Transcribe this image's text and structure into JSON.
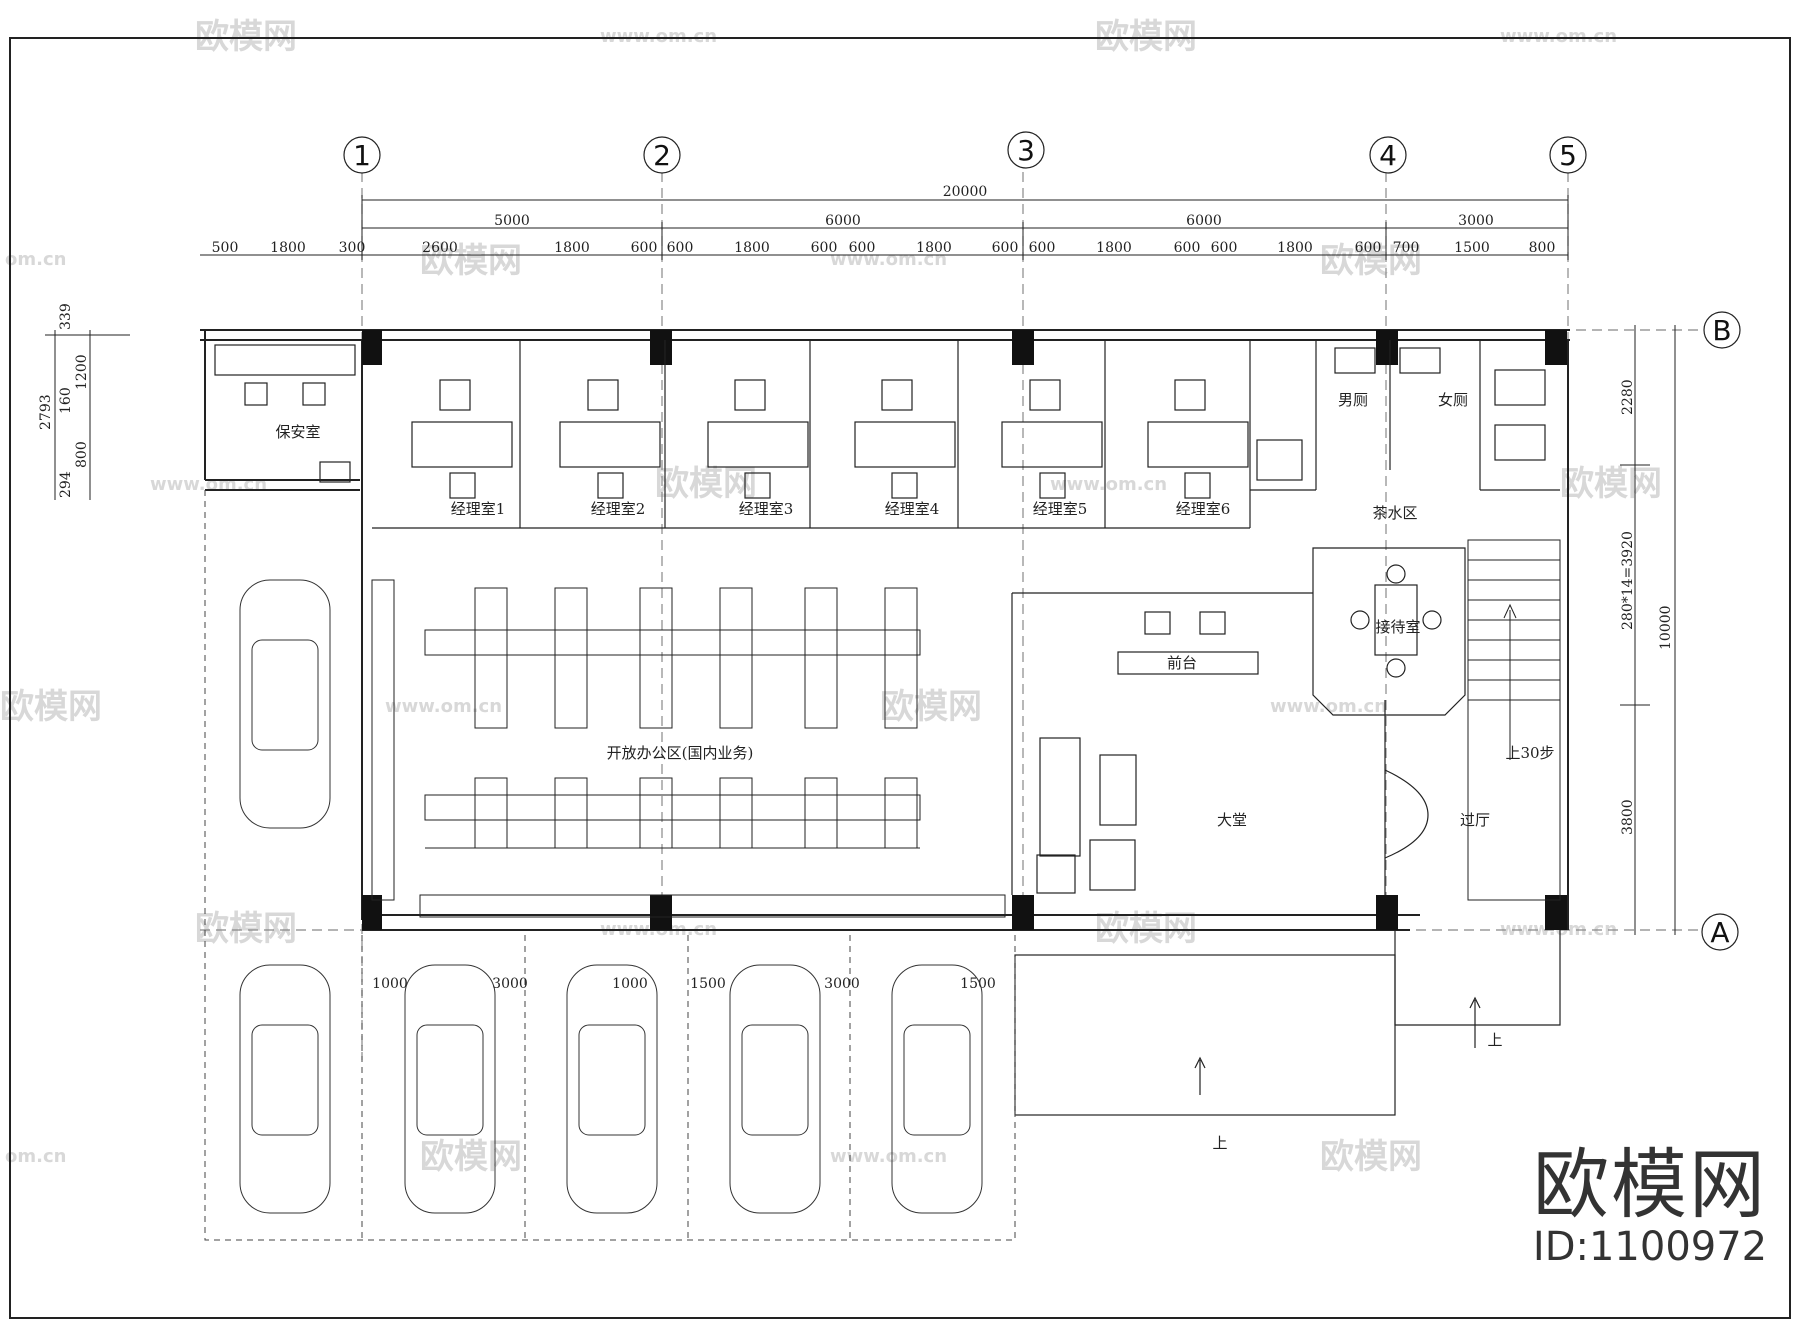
{
  "watermark": {
    "brand": "欧模网",
    "url": "www.om.cn",
    "url_short": "om.cn"
  },
  "brand_mark": {
    "name": "欧模网",
    "id": "ID:1100972"
  },
  "axes": {
    "columns": [
      "1",
      "2",
      "3",
      "4",
      "5"
    ],
    "rows": [
      "B",
      "A"
    ]
  },
  "dimensions": {
    "top_total": "20000",
    "top_bays": [
      "5000",
      "6000",
      "6000",
      "3000"
    ],
    "top_detail": [
      "500",
      "1800",
      "300",
      "2600",
      "1800",
      "600",
      "600",
      "1800",
      "600",
      "600",
      "1800",
      "600",
      "600",
      "1800",
      "600",
      "600",
      "1800",
      "600",
      "700",
      "1500",
      "800"
    ],
    "left": [
      "2793",
      "339",
      "1200",
      "160",
      "800",
      "294"
    ],
    "right": [
      "2280",
      "280*14=3920",
      "3800",
      "10000"
    ],
    "parking": [
      "1000",
      "3000",
      "1000",
      "1500",
      "3000",
      "1500"
    ]
  },
  "rooms": {
    "security": "保安室",
    "managers": [
      "经理室1",
      "经理室2",
      "经理室3",
      "经理室4",
      "经理室5",
      "经理室6"
    ],
    "mens_wc": "男厕",
    "womens_wc": "女厕",
    "tea": "茶水区",
    "reception_room": "接待室",
    "front_desk": "前台",
    "open_office": "开放办公区(国内业务)",
    "lobby": "大堂",
    "hall": "过厅",
    "stairs_note": "上30步",
    "up1": "上",
    "up2": "上"
  }
}
